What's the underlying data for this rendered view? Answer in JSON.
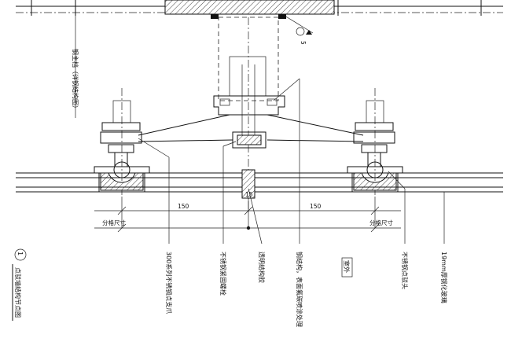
{
  "dimensions": {
    "left_span": "150",
    "right_span": "150",
    "joint_width": "15",
    "tilt_label": "5",
    "grid_left": "分格尺寸",
    "grid_right": "分格尺寸"
  },
  "callouts": {
    "steel_main": "钢主档（详钢结构图）",
    "spider_300": "300系列不锈钢点支爪",
    "ss_nut": "不锈钢紧固螺栓",
    "sealant": "透明结构胶",
    "steel_structure": "钢结构，表面氟碳喷涂处理",
    "ss_joint": "不锈钢点驳头",
    "glass": "19mm厚钢化玻璃"
  },
  "labels": {
    "outdoor": "室外",
    "detail_no": "1",
    "detail_title": "点驳墙结构节点图"
  }
}
